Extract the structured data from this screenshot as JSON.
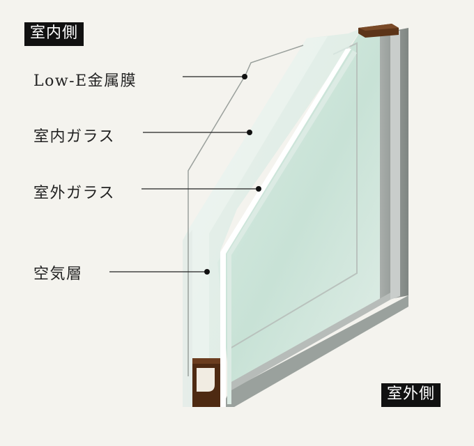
{
  "badges": {
    "indoor": "室内側",
    "outdoor": "室外側"
  },
  "labels": {
    "low_e": "Low-E金属膜",
    "inner_glass": "室内ガラス",
    "outer_glass": "室外ガラス",
    "air_layer": "空気層"
  },
  "colors": {
    "background": "#f4f3ee",
    "badge": "#111111",
    "glass": "#cfe6dc",
    "frame_gray": "#8e9590",
    "spacer_brown": "#5a3318"
  }
}
